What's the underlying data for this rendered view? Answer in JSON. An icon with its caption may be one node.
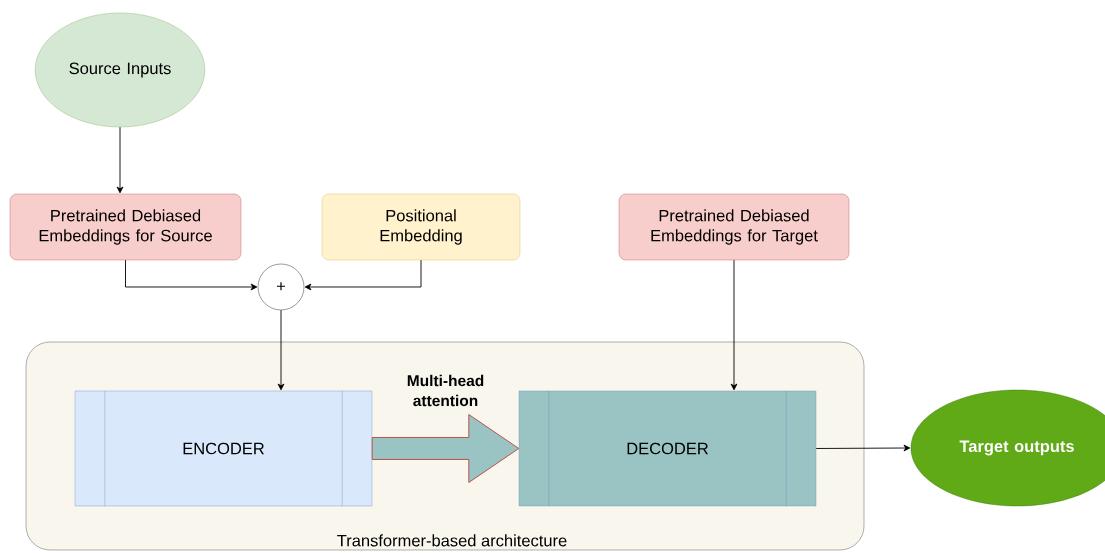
{
  "diagram": {
    "nodes": [
      {
        "text": [
          "Source Inputs"
        ]
      },
      {
        "text": [
          "Pretrained Debiased Embeddings for Source"
        ]
      },
      {
        "text": [
          "Positional Embedding"
        ]
      },
      {
        "text": [
          "Pretrained Debiased Embeddings for Target"
        ]
      },
      {
        "text": [
          "+"
        ]
      },
      {
        "text": [
          "Transformer-based architecture"
        ]
      },
      {
        "text": [
          "ENCODER"
        ],
        "in": 5
      },
      {
        "text": [
          "DECODER"
        ],
        "in": 5
      },
      {
        "text": [
          "Target outputs"
        ]
      }
    ],
    "edges": [
      {
        "from": 0,
        "to": 1,
        "arrow": "to"
      },
      {
        "from": 1,
        "to": 4,
        "arrow": "to"
      },
      {
        "from": 2,
        "to": 4,
        "arrow": "to"
      },
      {
        "from": 4,
        "to": 6,
        "arrow": "to"
      },
      {
        "from": 3,
        "to": 7,
        "arrow": "to"
      },
      {
        "from": 6,
        "to": 7,
        "arrow": "to",
        "label": "Multi-head attention",
        "style": "thick",
        "color": "#b85450"
      },
      {
        "from": 7,
        "to": 8,
        "arrow": "to"
      }
    ]
  }
}
